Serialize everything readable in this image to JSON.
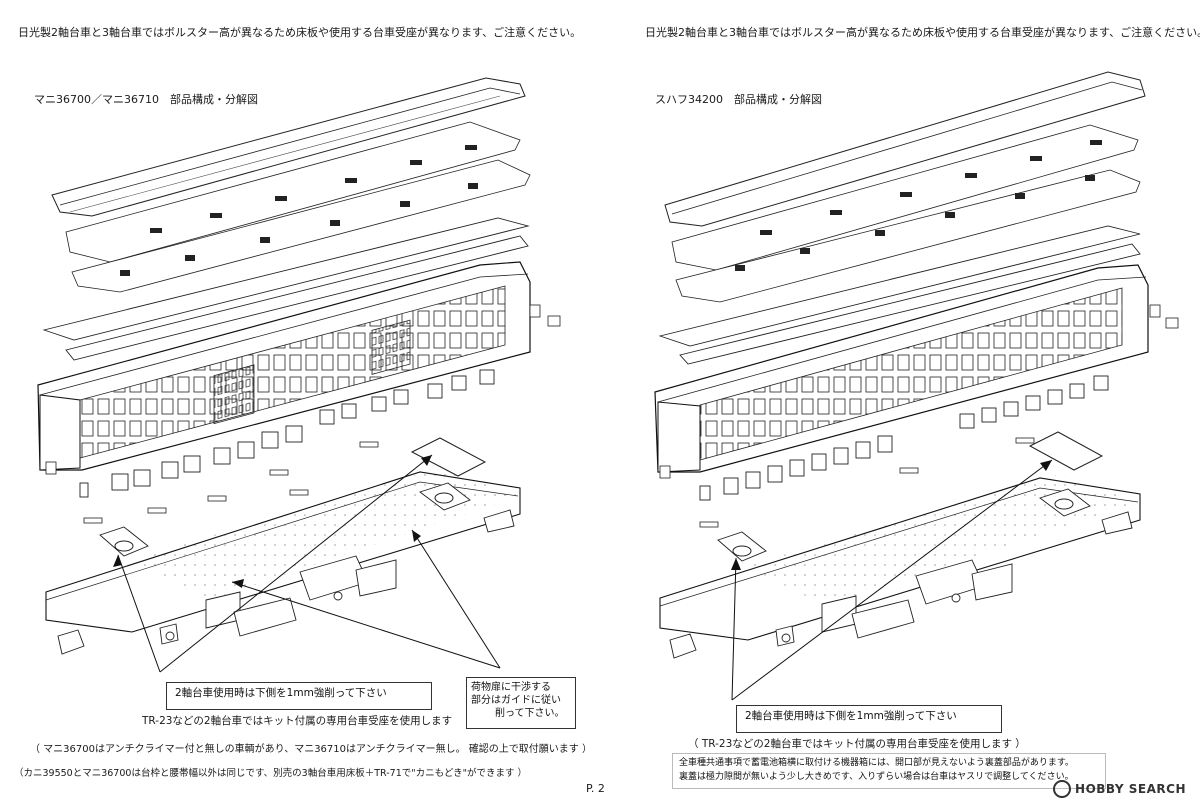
{
  "page": {
    "page_number": "P. 2",
    "watermark": "HOBBY SEARCH"
  },
  "left_panel": {
    "top_note": "日光製2軸台車と3軸台車ではボルスター高が異なるため床板や使用する台車受座が異なります、ご注意ください。",
    "title": "マニ36700／マニ36710　部品構成・分解図",
    "callout_trim": "2軸台車使用時は下側を1mm強削って下さい",
    "callout_door_lines": [
      "荷物扉に干渉する",
      "部分はガイドに従い",
      "削って下さい。"
    ],
    "note_bolster": "TR-23などの2軸台車ではキット付属の専用台車受座を使用します",
    "note_anticlimber": "（ マニ36700はアンチクライマー付と無しの車輌があり、マニ36710はアンチクライマー無し。 確認の上で取付願います ）",
    "note_kani": "（カニ39550とマニ36700は台枠と腰帯幅以外は同じです、別売の3軸台車用床板＋TR-71で\"カニもどき\"ができます ）"
  },
  "right_panel": {
    "top_note": "日光製2軸台車と3軸台車ではボルスター高が異なるため床板や使用する台車受座が異なります、ご注意ください。",
    "title": "スハフ34200　部品構成・分解図",
    "callout_trim": "2軸台車使用時は下側を1mm強削って下さい",
    "note_bolster": "（ TR-23などの2軸台車ではキット付属の専用台車受座を使用します ）",
    "note_common_lines": [
      "全車種共通事項で蓄電池箱横に取付ける機器箱には、開口部が見えないよう裏蓋部品があります。",
      "裏蓋は極力隙間が無いよう少し大きめです、入りずらい場合は台車はヤスリで調整してください。"
    ]
  },
  "icons": {
    "watermark_logo": "circle-logo-icon"
  }
}
